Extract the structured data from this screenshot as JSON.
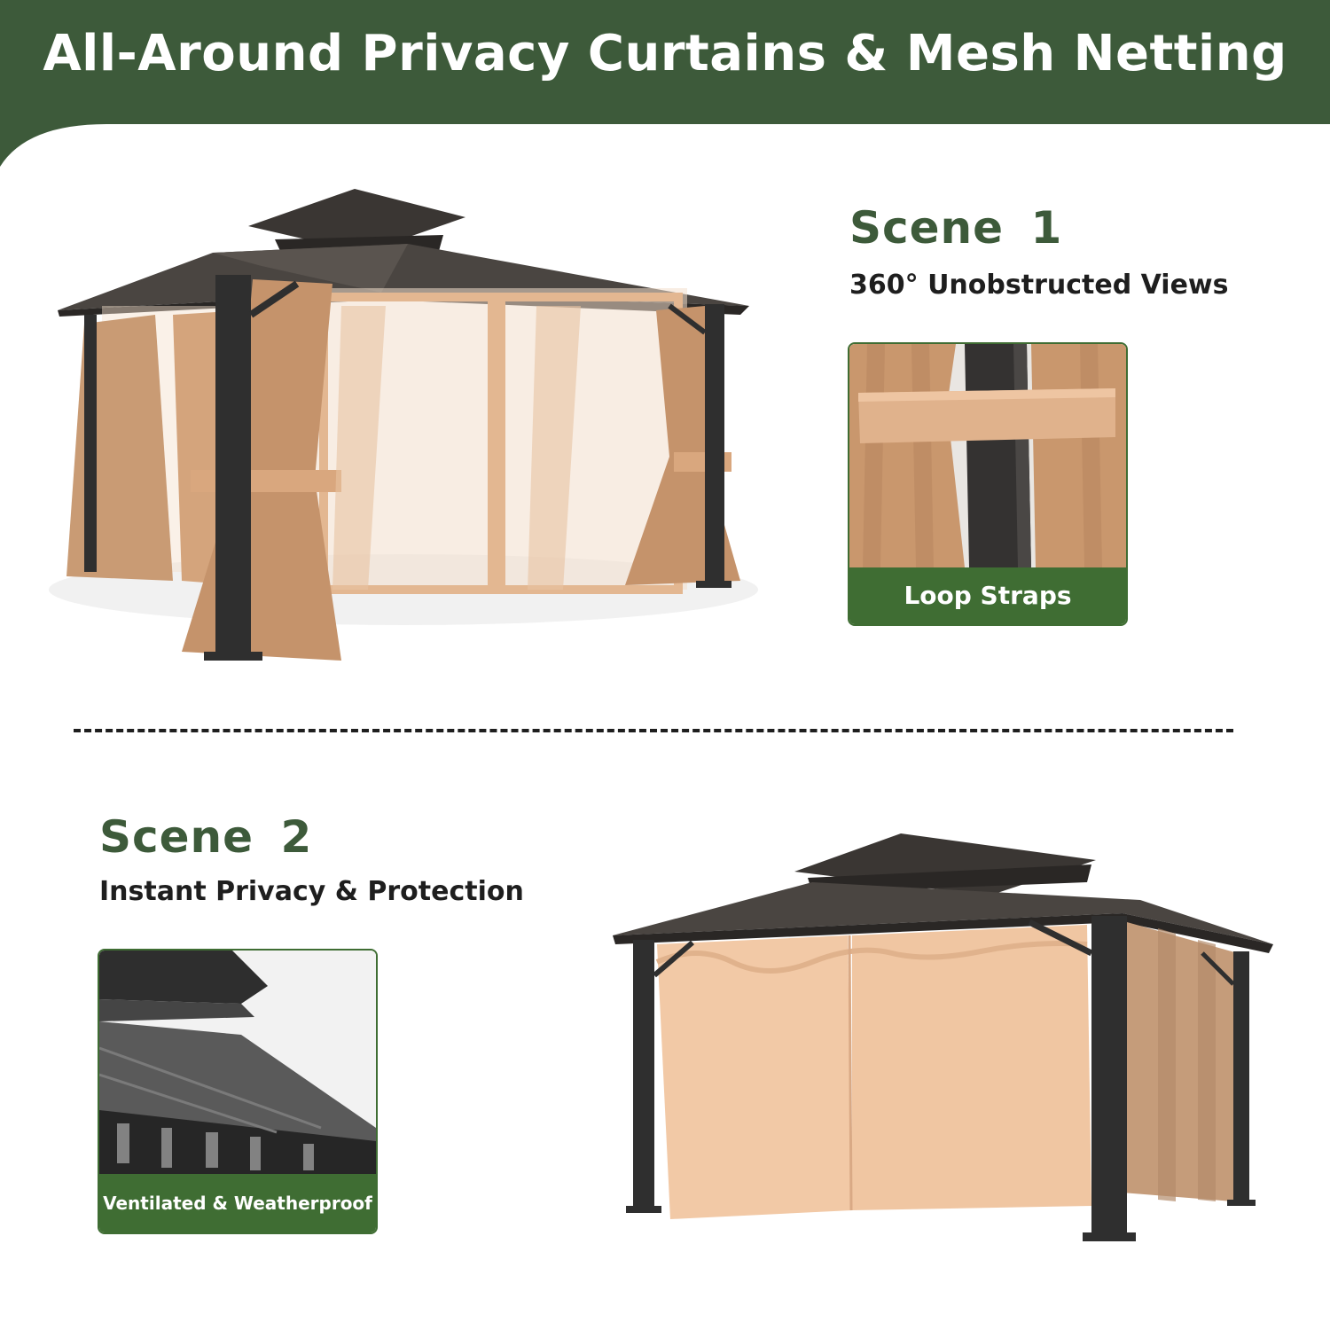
{
  "banner": {
    "title": "All-Around Privacy Curtains & Mesh Netting",
    "color": "#3d5a3a"
  },
  "scene1": {
    "title": "Scene  1",
    "subtitle": "360° Unobstructed Views",
    "card_caption": "Loop Straps"
  },
  "scene2": {
    "title": "Scene  2",
    "subtitle": "Instant Privacy & Protection",
    "card_caption": "Ventilated & Weatherproof"
  },
  "colors": {
    "accent_green": "#3f6d33",
    "title_green": "#3d5a3a",
    "curtain": "#d9a77e",
    "frame": "#2f2f2f"
  },
  "icons": [
    "gazebo-open-illustration",
    "gazebo-closed-illustration",
    "loop-strap-photo",
    "roof-rain-photo"
  ]
}
